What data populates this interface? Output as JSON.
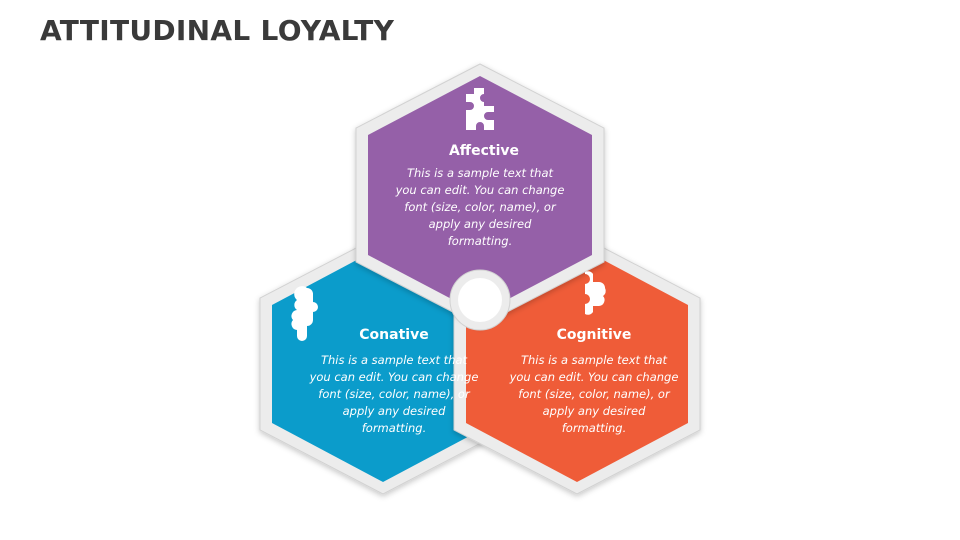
{
  "slide": {
    "title": "ATTITUDINAL LOYALTY"
  },
  "colors": {
    "affective": "#9560a8",
    "conative": "#0b9ccb",
    "cognitive": "#ef5c38",
    "frame": "#ececec",
    "frame_edge": "#cfcfcf"
  },
  "nodes": [
    {
      "id": "affective",
      "title": "Affective",
      "text": "This is a sample text that you can edit. You can change font (size, color, name), or apply any desired formatting.",
      "icon": "puzzle-piece-icon"
    },
    {
      "id": "conative",
      "title": "Conative",
      "text": "This is a sample text that you can edit. You can change font (size, color, name), or apply any desired formatting.",
      "icon": "puzzle-piece-icon"
    },
    {
      "id": "cognitive",
      "title": "Cognitive",
      "text": "This is a sample text that you can edit. You can change font (size, color, name), or apply any desired formatting.",
      "icon": "puzzle-piece-icon"
    }
  ]
}
